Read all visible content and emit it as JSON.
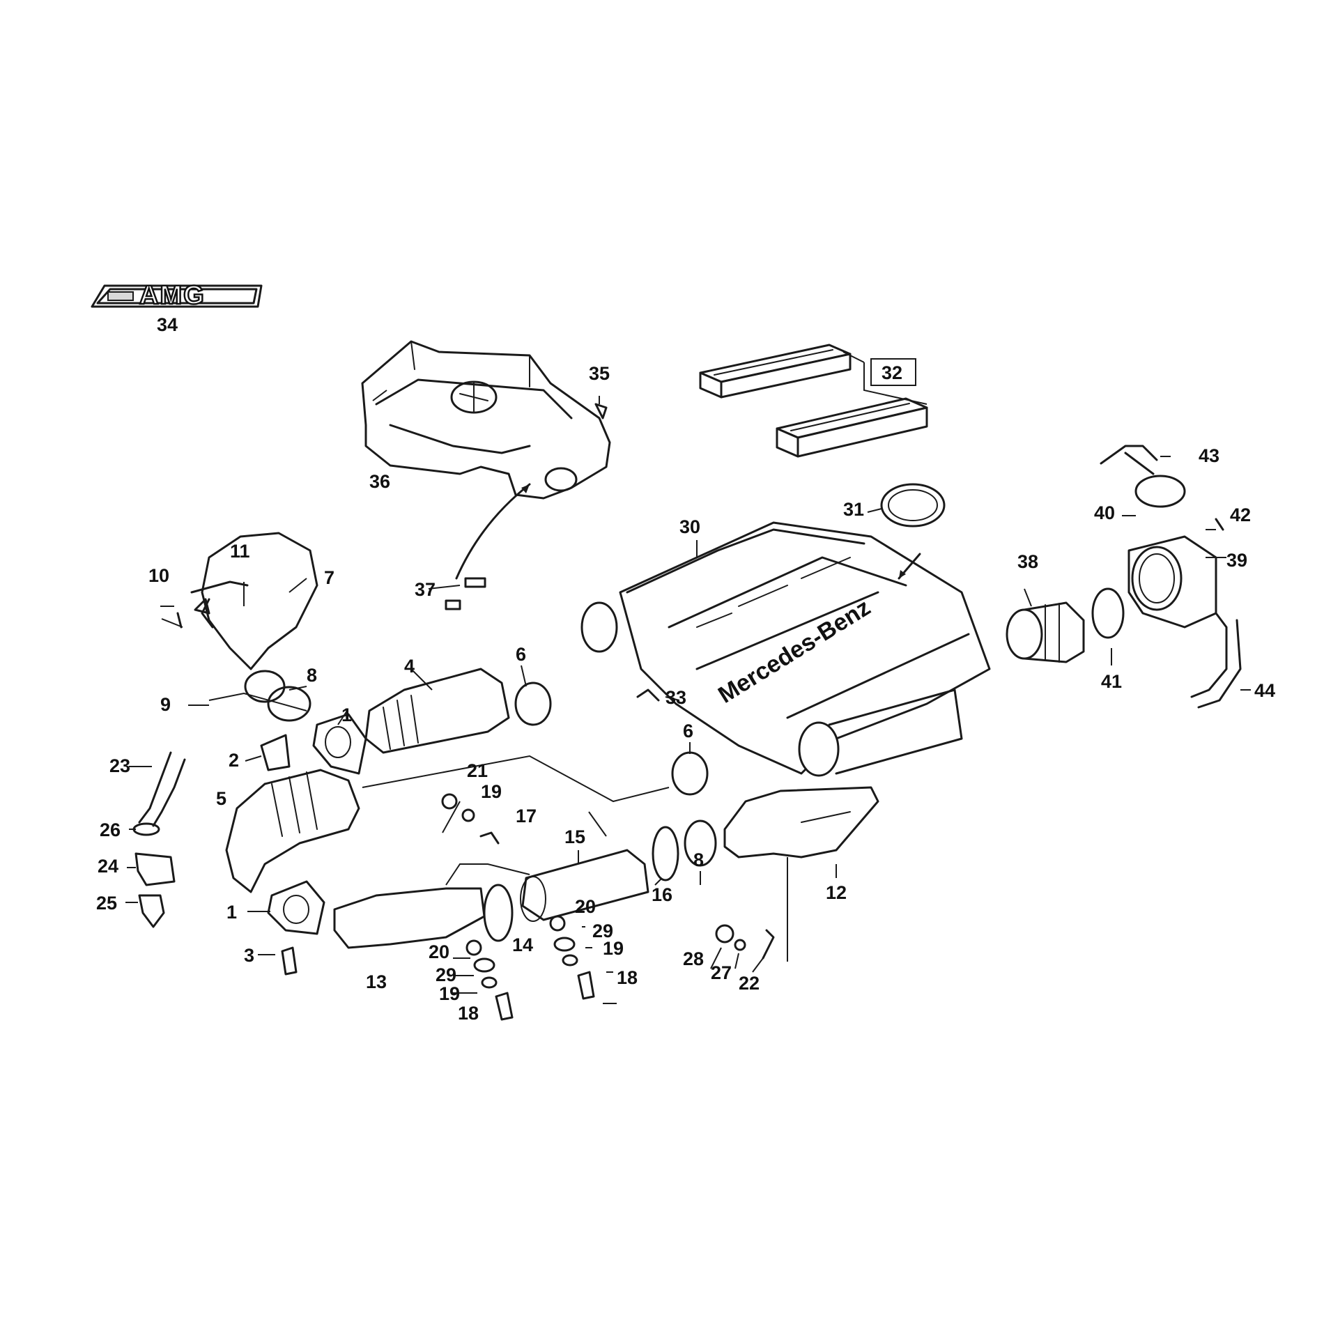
{
  "logo": {
    "text": "AMG"
  },
  "brand_text": "Mercedes-Benz",
  "callouts": [
    {
      "id": "c1a",
      "label": "1"
    },
    {
      "id": "c1b",
      "label": "1"
    },
    {
      "id": "c2",
      "label": "2"
    },
    {
      "id": "c3",
      "label": "3"
    },
    {
      "id": "c4",
      "label": "4"
    },
    {
      "id": "c5",
      "label": "5"
    },
    {
      "id": "c6a",
      "label": "6"
    },
    {
      "id": "c6b",
      "label": "6"
    },
    {
      "id": "c7",
      "label": "7"
    },
    {
      "id": "c8a",
      "label": "8"
    },
    {
      "id": "c8b",
      "label": "8"
    },
    {
      "id": "c9",
      "label": "9"
    },
    {
      "id": "c10",
      "label": "10"
    },
    {
      "id": "c11",
      "label": "11"
    },
    {
      "id": "c12",
      "label": "12"
    },
    {
      "id": "c13",
      "label": "13"
    },
    {
      "id": "c14",
      "label": "14"
    },
    {
      "id": "c15",
      "label": "15"
    },
    {
      "id": "c16",
      "label": "16"
    },
    {
      "id": "c17",
      "label": "17"
    },
    {
      "id": "c18a",
      "label": "18"
    },
    {
      "id": "c18b",
      "label": "18"
    },
    {
      "id": "c19a",
      "label": "19"
    },
    {
      "id": "c19b",
      "label": "19"
    },
    {
      "id": "c19c",
      "label": "19"
    },
    {
      "id": "c20a",
      "label": "20"
    },
    {
      "id": "c20b",
      "label": "20"
    },
    {
      "id": "c21",
      "label": "21"
    },
    {
      "id": "c22",
      "label": "22"
    },
    {
      "id": "c23",
      "label": "23"
    },
    {
      "id": "c24",
      "label": "24"
    },
    {
      "id": "c25",
      "label": "25"
    },
    {
      "id": "c26",
      "label": "26"
    },
    {
      "id": "c27",
      "label": "27"
    },
    {
      "id": "c28",
      "label": "28"
    },
    {
      "id": "c29a",
      "label": "29"
    },
    {
      "id": "c29b",
      "label": "29"
    },
    {
      "id": "c30",
      "label": "30"
    },
    {
      "id": "c31",
      "label": "31"
    },
    {
      "id": "c32",
      "label": "32"
    },
    {
      "id": "c33",
      "label": "33"
    },
    {
      "id": "c34",
      "label": "34"
    },
    {
      "id": "c35",
      "label": "35"
    },
    {
      "id": "c36",
      "label": "36"
    },
    {
      "id": "c37",
      "label": "37"
    },
    {
      "id": "c38",
      "label": "38"
    },
    {
      "id": "c39",
      "label": "39"
    },
    {
      "id": "c40",
      "label": "40"
    },
    {
      "id": "c41",
      "label": "41"
    },
    {
      "id": "c42",
      "label": "42"
    },
    {
      "id": "c43",
      "label": "43"
    },
    {
      "id": "c44",
      "label": "44"
    }
  ]
}
